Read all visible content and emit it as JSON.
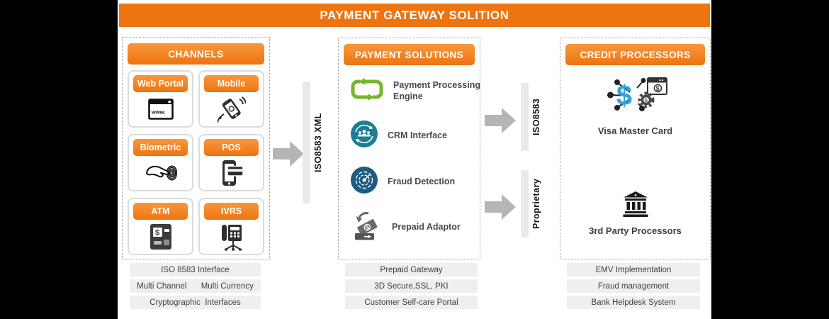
{
  "title": "PAYMENT GATEWAY SOLITION",
  "colors": {
    "orange": "#EE7411",
    "process_green": "#76B82A",
    "crm_teal": "#1C7D96",
    "fraud_navy": "#1E5B82",
    "dollar_blue": "#2FA3DC",
    "arrow_gray": "#B5B5B5",
    "bar_gray": "#EFEFEF"
  },
  "icons": {
    "www": "www.",
    "dollar": "$"
  },
  "channels": {
    "header": "CHANNELS",
    "cards": [
      {
        "label": "Web Portal",
        "icon": "browser-icon"
      },
      {
        "label": "Mobile",
        "icon": "mobile-phone-icon"
      },
      {
        "label": "Biometric",
        "icon": "biometric-hand-icon"
      },
      {
        "label": "POS",
        "icon": "pos-terminal-icon"
      },
      {
        "label": "ATM",
        "icon": "atm-machine-icon"
      },
      {
        "label": "IVRS",
        "icon": "desk-phone-icon"
      }
    ],
    "footer_rows": [
      {
        "labels": [
          "ISO 8583 Interface"
        ]
      },
      {
        "labels": [
          "Multi Channel",
          "Multi Currency"
        ]
      },
      {
        "labels": [
          "Cryptographic  Interfaces"
        ]
      }
    ]
  },
  "flow_channels_to_solutions": {
    "label": "ISO8583 XML"
  },
  "solutions": {
    "header": "PAYMENT SOLUTIONS",
    "items": [
      {
        "label": "Payment Processing Engine",
        "icon": "process-loop-icon"
      },
      {
        "label": "CRM Interface",
        "icon": "crm-people-icon"
      },
      {
        "label": "Fraud Detection",
        "icon": "fraud-radar-icon"
      },
      {
        "label": "Prepaid Adaptor",
        "icon": "prepaid-card-icon"
      }
    ],
    "footer_rows": [
      {
        "labels": [
          "Prepaid Gateway"
        ]
      },
      {
        "labels": [
          "3D Secure,SSL, PKI"
        ]
      },
      {
        "labels": [
          "Customer Self-care Portal"
        ]
      }
    ]
  },
  "flow_solutions_to_processors": {
    "top_label": "ISO8583",
    "bottom_label": "Proprietary"
  },
  "processors": {
    "header": "CREDIT PROCESSORS",
    "items": [
      {
        "label": "Visa Master Card",
        "icon": "payment-network-icon"
      },
      {
        "label": "3rd Party Processors",
        "icon": "bank-icon"
      }
    ],
    "footer_rows": [
      {
        "labels": [
          "EMV Implementation"
        ]
      },
      {
        "labels": [
          "Fraud management"
        ]
      },
      {
        "labels": [
          "Bank Helpdesk System"
        ]
      }
    ]
  }
}
